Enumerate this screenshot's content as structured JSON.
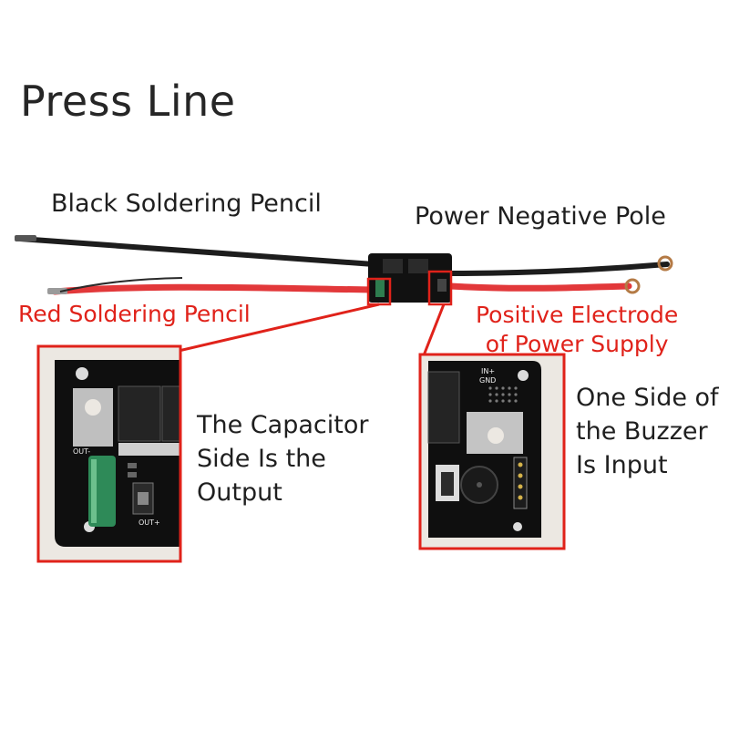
{
  "title": "Press Line",
  "labels": {
    "black_pencil": "Black Soldering Pencil",
    "negative_pole": "Power Negative Pole",
    "red_pencil": "Red Soldering Pencil",
    "positive_electrode_line1": "Positive Electrode",
    "positive_electrode_line2": "of Power Supply"
  },
  "callouts": {
    "capacitor": "The Capacitor Side Is the Output",
    "buzzer": "One Side of the Buzzer Is Input"
  },
  "board_markings": {
    "out_minus": "OUT-",
    "out_plus": "OUT+",
    "in_plus": "IN+",
    "gnd": "GND"
  },
  "colors": {
    "callout_red": "#e0221a",
    "text_dark": "#1f1f1f",
    "pcb_black": "#111111",
    "wire_red": "#e2383a",
    "wire_black": "#1d1d1d"
  }
}
